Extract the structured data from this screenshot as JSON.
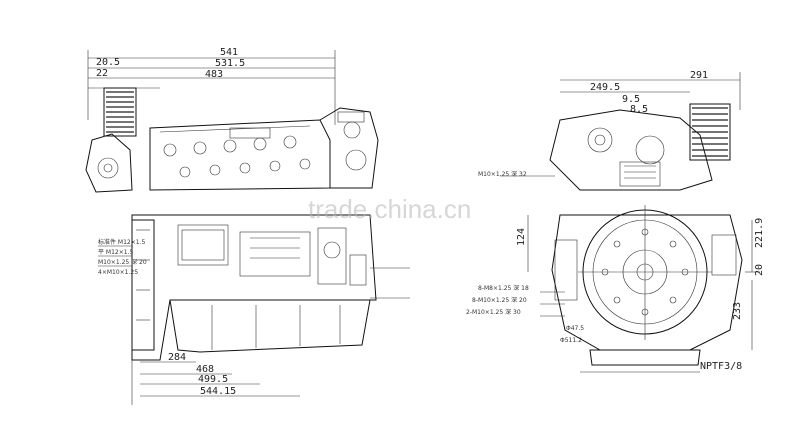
{
  "watermark": "trade.china.cn",
  "left_view": {
    "dims_top": [
      "541",
      "20.5",
      "531.5",
      "22",
      "483"
    ],
    "dims_bottom": [
      "284",
      "468",
      "499.5",
      "544.15"
    ],
    "notes": [
      "标准件 M12×1.5",
      "平 M12×1.5",
      "M10×1.25 深 20",
      "4×M10×1.25"
    ]
  },
  "right_view": {
    "dims_top": [
      "291",
      "249.5",
      "9.5",
      "8.5"
    ],
    "dims_right": [
      "221.9",
      "20",
      "233"
    ],
    "dims_left": [
      "124"
    ],
    "notes": [
      "8-M8×1.25 深 18",
      "8-M10×1.25 深 20",
      "2-M10×1.25 深 30",
      "Φ47.5",
      "Φ511.2"
    ],
    "thread_label": "NPTF3/8",
    "mid_label": "M10×1.25 深 32"
  }
}
